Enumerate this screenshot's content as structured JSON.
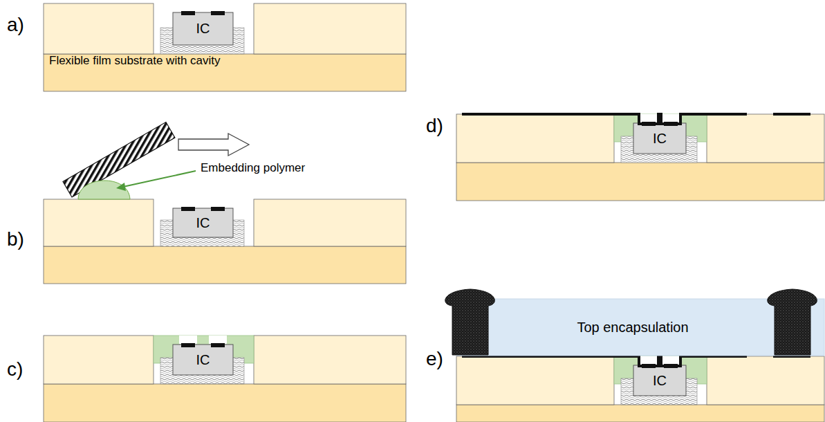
{
  "diagram": {
    "nodes": [
      {
        "text": [
          "Flexible film substrate with cavity"
        ]
      },
      {
        "text": [
          "IC"
        ]
      },
      {
        "text": [
          "IC"
        ]
      },
      {
        "text": [
          "IC"
        ]
      },
      {
        "text": [
          "IC"
        ]
      },
      {
        "text": [
          "Top encapsulation"
        ]
      },
      {
        "text": [
          "IC"
        ]
      }
    ],
    "labels": [
      "a)",
      "b)",
      "c)",
      "d)",
      "e)",
      "Embedding polymer"
    ]
  }
}
